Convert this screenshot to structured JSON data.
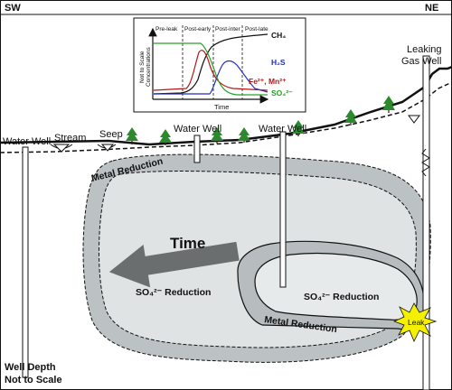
{
  "corners": {
    "left": "SW",
    "right": "NE"
  },
  "labels": {
    "leaking_well": [
      "Leaking",
      "Gas Well"
    ],
    "water_well_left": "Water Well",
    "stream": "Stream",
    "seep": "Seep",
    "water_well_mid": "Water Well",
    "water_well_right": "Water Well",
    "metal_reduction_outer": "Metal Reduction",
    "metal_reduction_inner": "Metal Reduction",
    "time_arrow": "Time",
    "so4_outer": "SO₄²⁻ Reduction",
    "so4_inner": "SO₄²⁻ Reduction",
    "leak": "Leak",
    "depth_note": [
      "Well Depth",
      "Not to Scale"
    ]
  },
  "inset": {
    "ylabel": [
      "Not to Scale",
      "Concentrations"
    ],
    "xlabel": "Time",
    "phases": [
      "Pre-leak",
      "Post-early",
      "Post-inter",
      "Post-late"
    ],
    "series": [
      {
        "name": "CH₄",
        "color": "#111111"
      },
      {
        "name": "H₂S",
        "color": "#1f2fbf"
      },
      {
        "name": "Fe²⁺, Mn²⁺",
        "color": "#b01818"
      },
      {
        "name": "SO₄²⁻",
        "color": "#29a02a"
      }
    ]
  }
}
